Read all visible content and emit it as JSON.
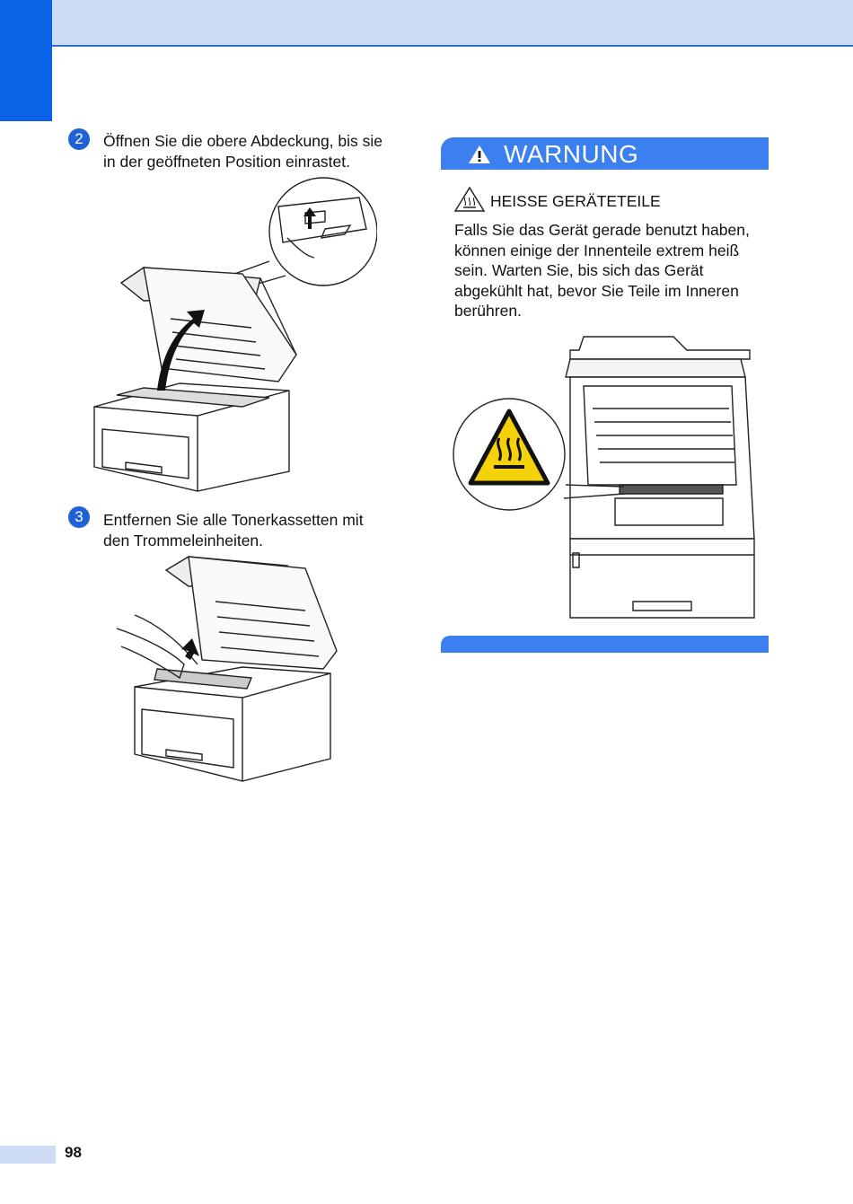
{
  "steps": [
    {
      "number": "2",
      "text_line1": "Öffnen Sie die obere Abdeckung, bis sie",
      "text_line2": "in der geöffneten Position einrastet."
    },
    {
      "number": "3",
      "text_line1": "Entfernen Sie alle Tonerkassetten mit",
      "text_line2": "den Trommeleinheiten."
    }
  ],
  "warning": {
    "title": "WARNUNG",
    "hazard_heading": "HEISSE GERÄTETEILE",
    "body_lines": [
      "Falls Sie das Gerät gerade benutzt haben,",
      "können einige der Innenteile extrem heiß",
      "sein. Warten Sie, bis sich das Gerät",
      "abgekühlt hat, bevor Sie Teile im Inneren",
      "berühren."
    ]
  },
  "page_number": "98",
  "colors": {
    "accent_blue": "#0a63e6",
    "band_light": "#cfdcf7",
    "warning_blue": "#3b7ff0",
    "hazard_yellow": "#f5d10a"
  }
}
